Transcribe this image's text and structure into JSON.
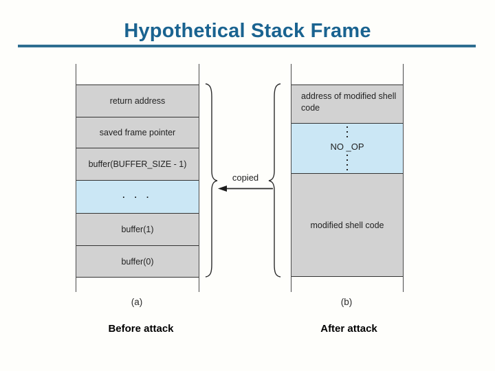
{
  "slide": {
    "title": "Hypothetical Stack Frame",
    "title_color": "#1A6390",
    "rule_color": "#2E6E91"
  },
  "figure": {
    "copied_label": "copied",
    "colors": {
      "cell_gray": "#D2D2D2",
      "cell_blue": "#CBE7F5",
      "line": "#333333"
    },
    "stack_a": {
      "cells": [
        {
          "label": "return address",
          "type": "gray"
        },
        {
          "label": "saved frame pointer",
          "type": "gray"
        },
        {
          "label": "buffer(BUFFER_SIZE - 1)",
          "type": "gray"
        },
        {
          "label": "· · ·",
          "type": "blue"
        },
        {
          "label": "buffer(1)",
          "type": "gray"
        },
        {
          "label": "buffer(0)",
          "type": "gray"
        }
      ],
      "caption": "(a)",
      "sublabel": "Before attack"
    },
    "stack_b": {
      "cells": [
        {
          "label": "address of modified shell code",
          "type": "gray"
        },
        {
          "label": "NO _OP",
          "type": "blue"
        },
        {
          "label": "modified shell code",
          "type": "gray"
        }
      ],
      "caption": "(b)",
      "sublabel": "After attack"
    }
  }
}
